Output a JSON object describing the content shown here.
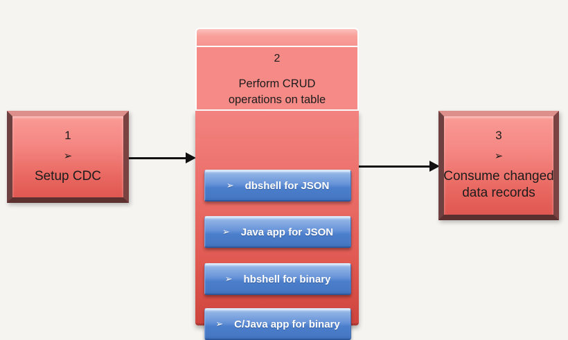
{
  "colors": {
    "background": "#f5f4f1",
    "box_red_top": "#fa9a95",
    "box_red_bottom": "#e05751",
    "box_border_dark": "#5c302e",
    "panel_salmon": "#f58a86",
    "panel_body_bottom": "#ce443d",
    "button_blue_top": "#bad4f2",
    "button_blue_bottom": "#3f6fb8",
    "arrow_black": "#111111",
    "button_text": "#ffffff"
  },
  "step1": {
    "number": "1",
    "bullet": "➢",
    "label": "Setup CDC"
  },
  "step2": {
    "number": "2",
    "title": "Perform CRUD operations on table",
    "buttons": [
      {
        "bullet": "➢",
        "label": "dbshell for JSON"
      },
      {
        "bullet": "➢",
        "label": "Java app for JSON"
      },
      {
        "bullet": "➢",
        "label": "hbshell for binary"
      },
      {
        "bullet": "➢",
        "label": "C/Java app for binary"
      }
    ]
  },
  "step3": {
    "number": "3",
    "bullet": "➢",
    "label": "Consume changed data records"
  }
}
